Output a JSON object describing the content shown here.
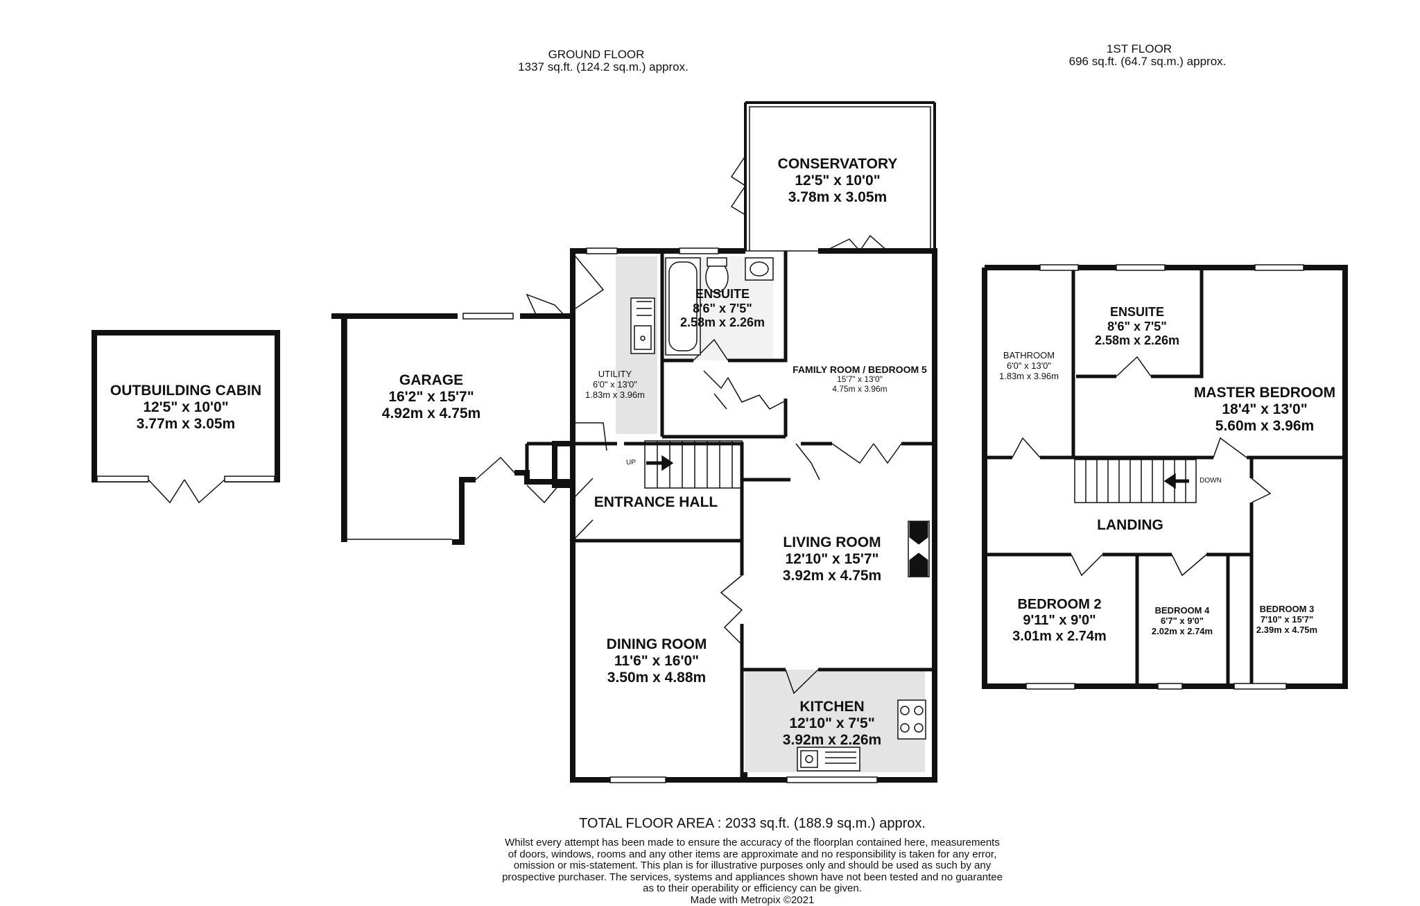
{
  "ground_floor": {
    "title": "GROUND FLOOR",
    "area": "1337 sq.ft. (124.2 sq.m.) approx.",
    "rooms": {
      "outbuilding": {
        "name": "OUTBUILDING CABIN",
        "imperial": "12'5\"  x 10'0\"",
        "metric": "3.77m  x 3.05m"
      },
      "garage": {
        "name": "GARAGE",
        "imperial": "16'2\"  x 15'7\"",
        "metric": "4.92m  x 4.75m"
      },
      "utility": {
        "name": "UTILITY",
        "imperial": "6'0\"  x 13'0\"",
        "metric": "1.83m  x 3.96m"
      },
      "ensuite": {
        "name": "ENSUITE",
        "imperial": "8'6\"  x 7'5\"",
        "metric": "2.58m  x 2.26m"
      },
      "conservatory": {
        "name": "CONSERVATORY",
        "imperial": "12'5\"  x 10'0\"",
        "metric": "3.78m  x 3.05m"
      },
      "family_room": {
        "name": "FAMILY ROOM / BEDROOM 5",
        "imperial": "15'7\"  x 13'0\"",
        "metric": "4.75m  x 3.96m"
      },
      "entrance_hall": {
        "name": "ENTRANCE HALL"
      },
      "living_room": {
        "name": "LIVING ROOM",
        "imperial": "12'10\"  x 15'7\"",
        "metric": "3.92m  x 4.75m"
      },
      "dining_room": {
        "name": "DINING ROOM",
        "imperial": "11'6\"  x 16'0\"",
        "metric": "3.50m  x 4.88m"
      },
      "kitchen": {
        "name": "KITCHEN",
        "imperial": "12'10\"  x 7'5\"",
        "metric": "3.92m  x 2.26m"
      }
    },
    "stair_label": "UP"
  },
  "first_floor": {
    "title": "1ST FLOOR",
    "area": "696 sq.ft. (64.7 sq.m.) approx.",
    "rooms": {
      "bathroom": {
        "name": "BATHROOM",
        "imperial": "6'0\"  x 13'0\"",
        "metric": "1.83m  x 3.96m"
      },
      "ensuite": {
        "name": "ENSUITE",
        "imperial": "8'6\"  x 7'5\"",
        "metric": "2.58m  x 2.26m"
      },
      "master_bedroom": {
        "name": "MASTER BEDROOM",
        "imperial": "18'4\"  x 13'0\"",
        "metric": "5.60m  x 3.96m"
      },
      "landing": {
        "name": "LANDING"
      },
      "bedroom2": {
        "name": "BEDROOM 2",
        "imperial": "9'11\"  x 9'0\"",
        "metric": "3.01m  x 2.74m"
      },
      "bedroom4": {
        "name": "BEDROOM 4",
        "imperial": "6'7\"  x 9'0\"",
        "metric": "2.02m  x 2.74m"
      },
      "bedroom3": {
        "name": "BEDROOM 3",
        "imperial": "7'10\"  x 15'7\"",
        "metric": "2.39m  x 4.75m"
      }
    },
    "stair_label": "DOWN"
  },
  "footer": {
    "total": "TOTAL FLOOR AREA : 2033 sq.ft. (188.9 sq.m.) approx.",
    "disclaimer": [
      "Whilst every attempt has been made to ensure the accuracy of the floorplan contained here, measurements",
      "of doors, windows, rooms and any other items are approximate and no responsibility is taken for any error,",
      "omission or mis-statement. This plan is for illustrative purposes only and should be used as such by any",
      "prospective purchaser. The services, systems and appliances shown have not been tested and no guarantee",
      "as to their operability or efficiency can be given."
    ],
    "credit": "Made with Metropix ©2021"
  },
  "colors": {
    "wall": "#111111",
    "fixture_fill": "#e4e4e4",
    "background": "#ffffff"
  }
}
